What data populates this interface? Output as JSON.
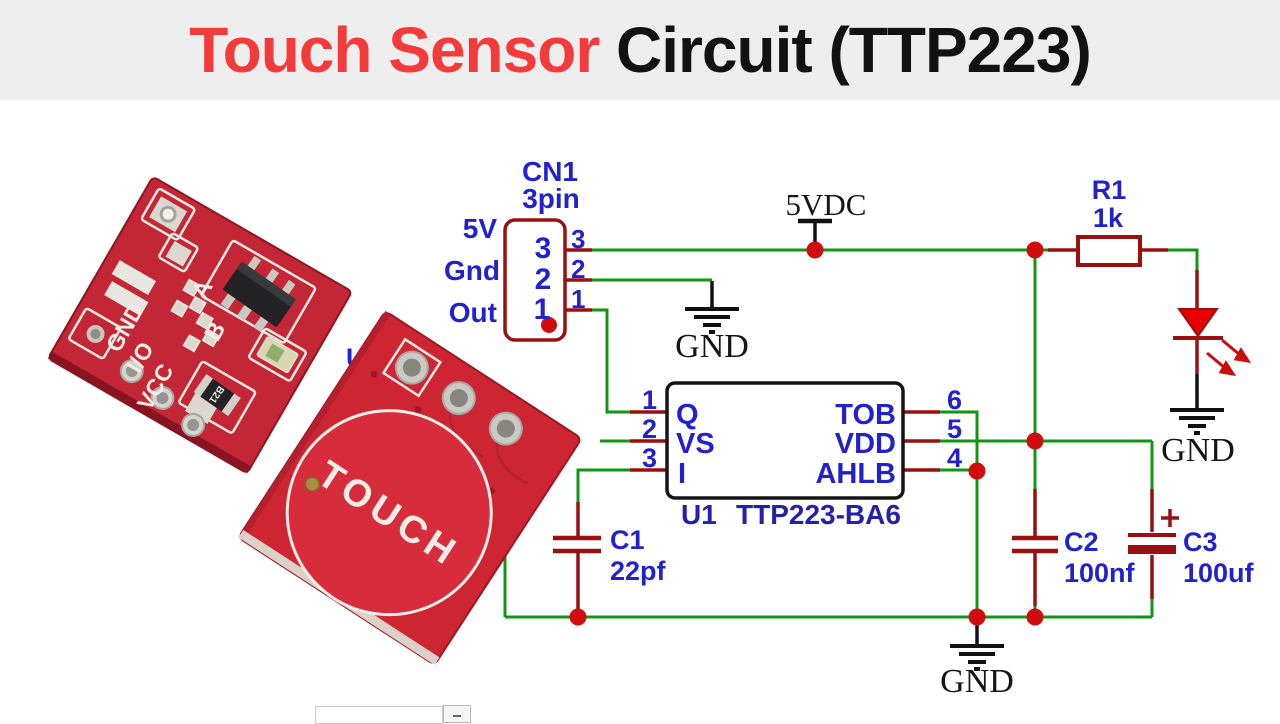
{
  "title": {
    "leading": "Touch Sensor",
    "trailing": " Circuit (TTP223)"
  },
  "schematic": {
    "connector": {
      "ref": "CN1",
      "type": "3pin",
      "signals": [
        "5V",
        "Gnd",
        "Out"
      ],
      "inner_pins": [
        "3",
        "2",
        "1"
      ],
      "outer_pins": [
        "3",
        "2",
        "1"
      ]
    },
    "power": {
      "label": "5VDC"
    },
    "gnd": {
      "cn1": "GND",
      "led": "GND",
      "rail": "GND"
    },
    "resistor": {
      "ref": "R1",
      "value": "1k"
    },
    "ic": {
      "ref": "U1",
      "part": "TTP223-BA6",
      "left_pins": [
        {
          "num": "1",
          "name": "Q"
        },
        {
          "num": "2",
          "name": "VS"
        },
        {
          "num": "3",
          "name": "I"
        }
      ],
      "right_pins": [
        {
          "num": "6",
          "name": "TOB"
        },
        {
          "num": "5",
          "name": "VDD"
        },
        {
          "num": "4",
          "name": "AHLB"
        }
      ]
    },
    "caps": {
      "c1": {
        "ref": "C1",
        "value": "22pf"
      },
      "c2": {
        "ref": "C2",
        "value": "100nf"
      },
      "c3": {
        "ref": "C3",
        "value": "100uf",
        "polarity": "+"
      }
    },
    "touch_symbol": {
      "ref": "U2",
      "partial": "T"
    }
  },
  "boards": {
    "back": {
      "labels": {
        "gnd": "GND",
        "io": "I/O",
        "vcc": "VCC",
        "a": "A",
        "b": "B",
        "chip": "B21"
      }
    },
    "front": {
      "pad_label": "TOUCH"
    }
  },
  "colors": {
    "wire_green": "#119611",
    "component_red": "#9a1010",
    "junction_red": "#d00c0c",
    "label_blue": "#2222cc",
    "title_red": "#f43b3b",
    "pcb_red": "#ce2533",
    "header_bg": "#efeeee"
  }
}
